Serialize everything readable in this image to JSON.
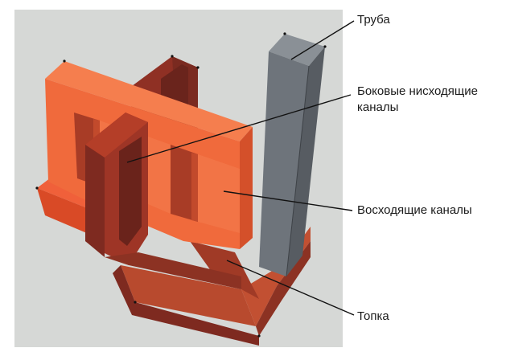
{
  "callouts": {
    "chimney": {
      "label": "Труба"
    },
    "side_channels": {
      "line1": "Боковые нисходящие",
      "line2": "каналы"
    },
    "rising_channels": {
      "label": "Восходящие каналы"
    },
    "firebox": {
      "label": "Топка"
    }
  },
  "colors": {
    "background_panel": "#d6d8d6",
    "brick_light": "#f26a3c",
    "brick_mid": "#e4522a",
    "brick_dark": "#9e3526",
    "brick_darker": "#7e2a20",
    "chimney_front": "#6e747b",
    "chimney_side": "#575c62",
    "chimney_top": "#8a9096",
    "leader_line": "#111111"
  }
}
